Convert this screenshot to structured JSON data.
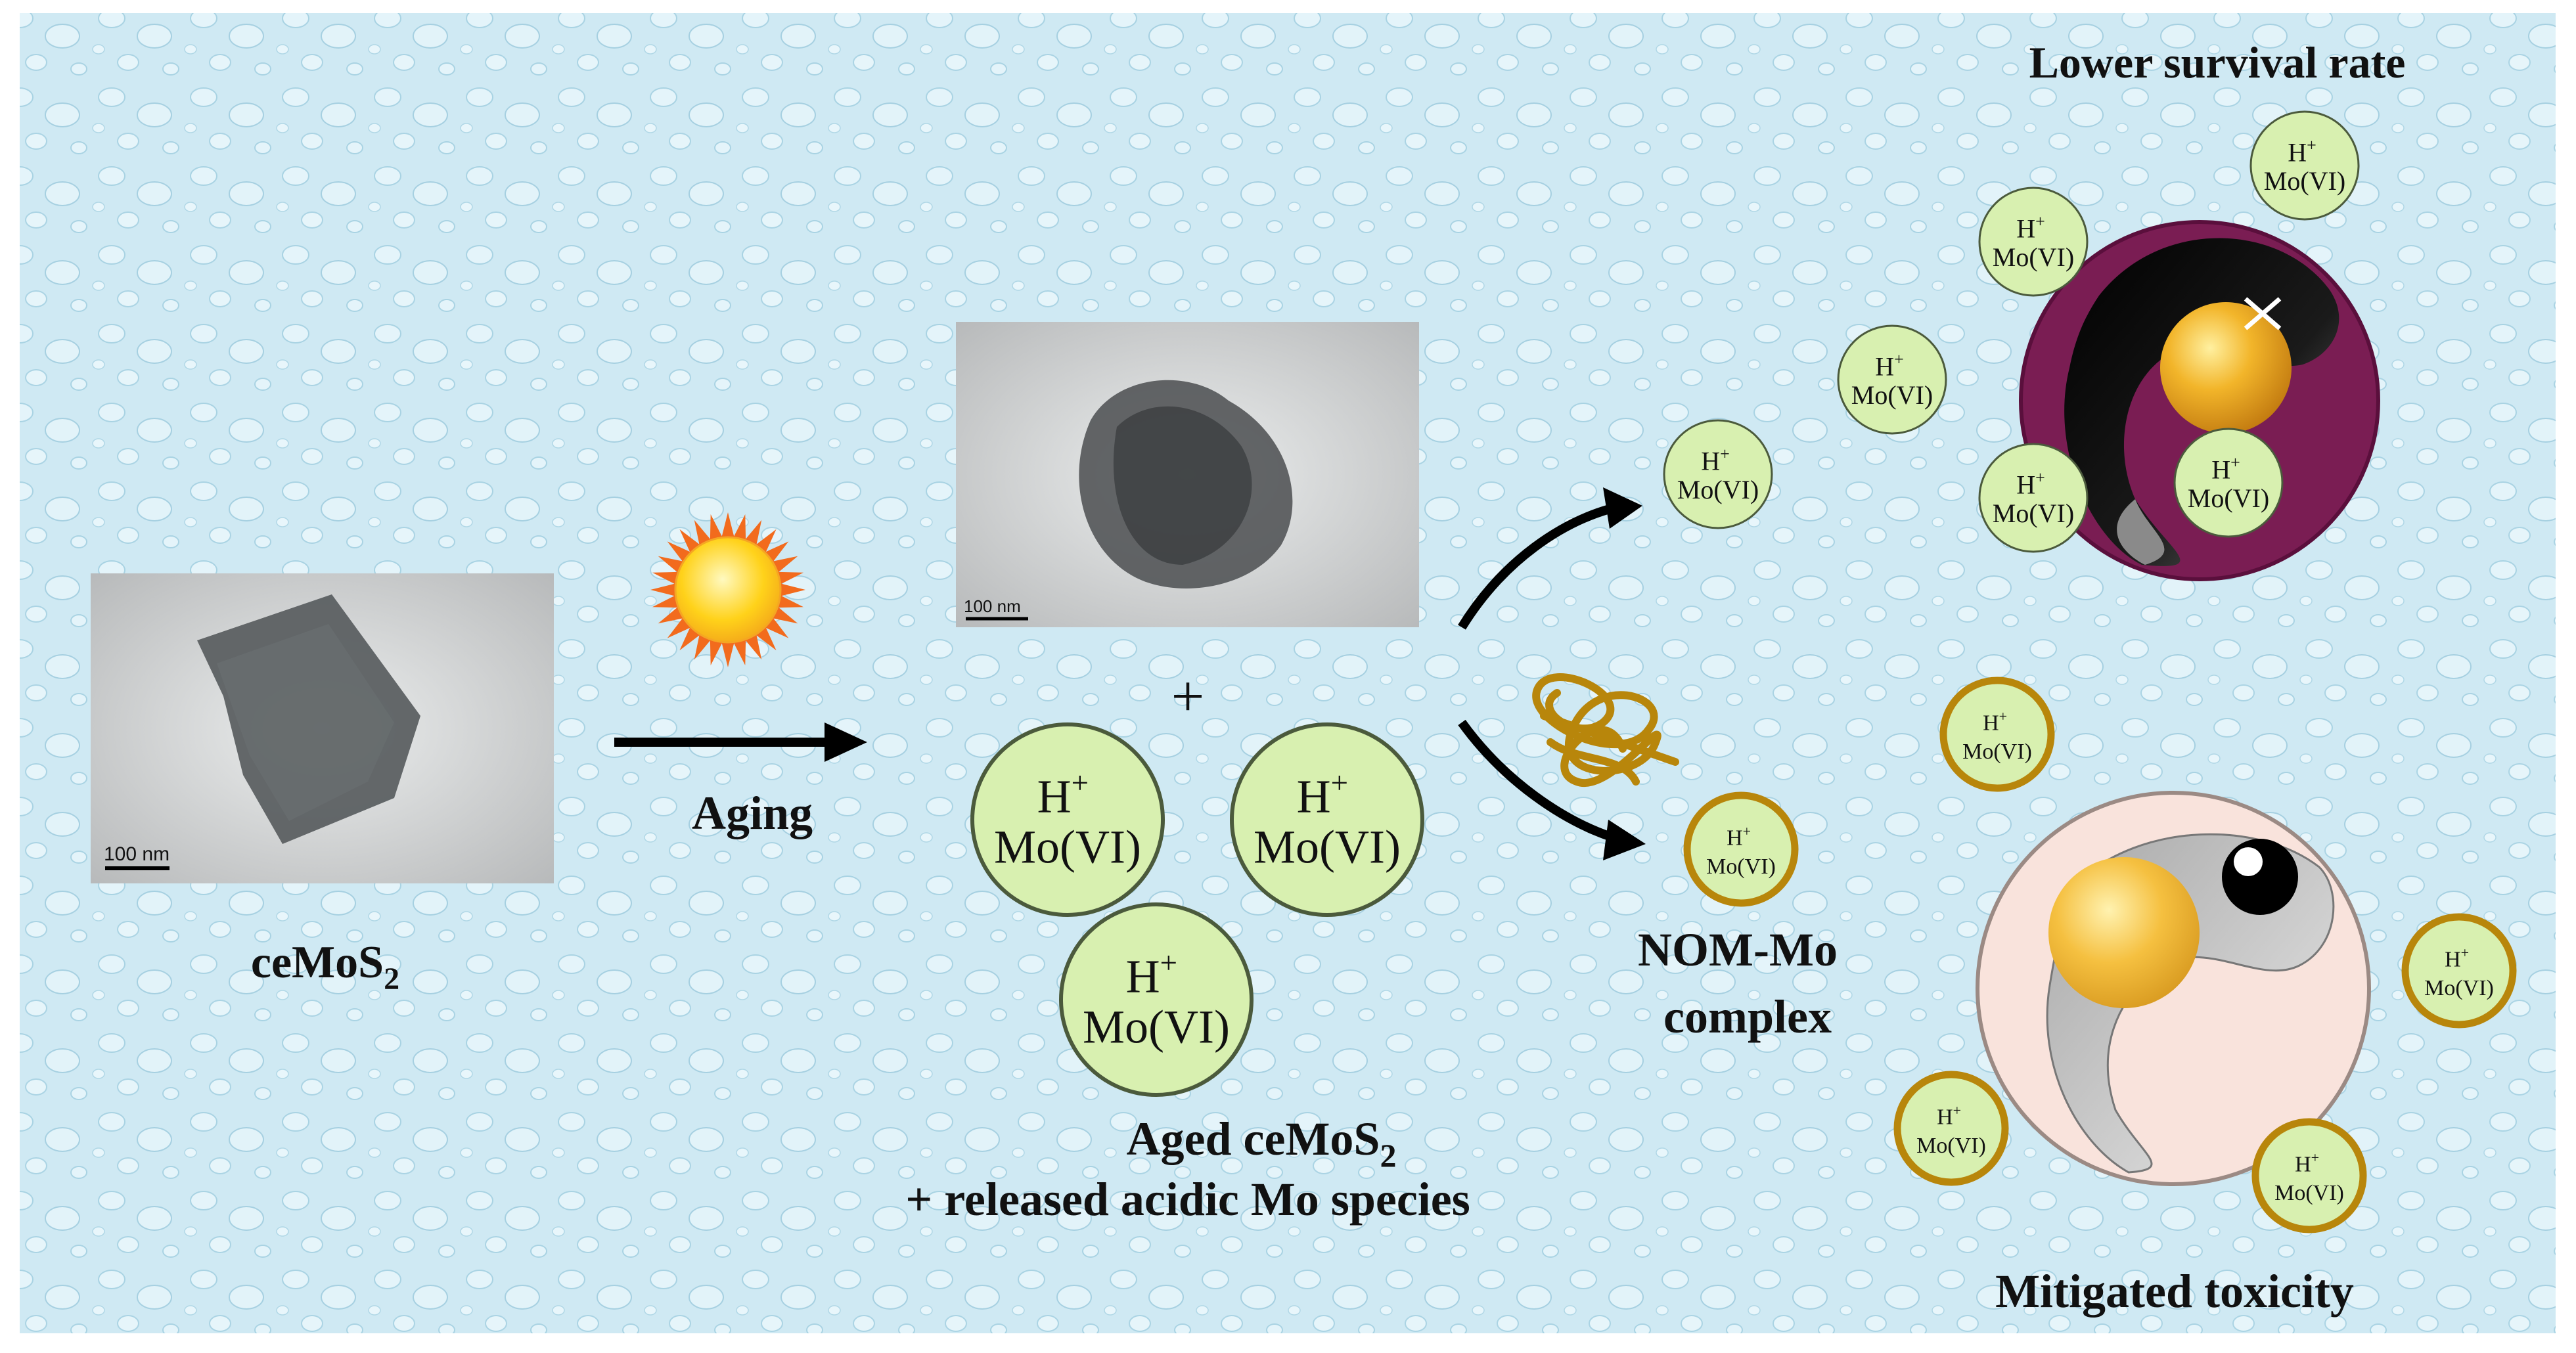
{
  "labels": {
    "cemos2_main": "ceMoS",
    "cemos2_sub": "2",
    "aging": "Aging",
    "plus": "+",
    "aged_line1_main": "Aged ceMoS",
    "aged_line1_sub": "2",
    "aged_line2": "+ released acidic Mo species",
    "nom_line1": "NOM-Mo",
    "nom_line2": "complex",
    "lower_survival": "Lower survival rate",
    "mitigated": "Mitigated toxicity"
  },
  "scalebars": {
    "left": "100 nm",
    "center": "100 nm"
  },
  "species": {
    "proton": "H",
    "charge": "+",
    "mo": "Mo(VI)"
  },
  "colors": {
    "background": "#cfe9f3",
    "ion_fill": "#d8f0b0",
    "ion_plain_stroke": "#4b5a3c",
    "ion_ring_stroke": "#b8860b",
    "embryo_outer": "#7a1d53",
    "yolk": "#f0b030",
    "nom_strand": "#b8860b",
    "sun_ray": "#f26b1d",
    "sun_core": "#ffd21a"
  }
}
